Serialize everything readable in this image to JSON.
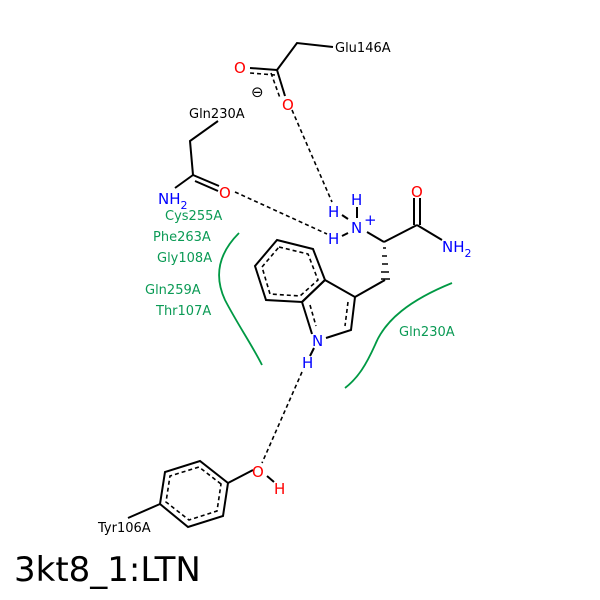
{
  "title": "3kt8_1:LTN",
  "residues": {
    "glu146": "Glu146A",
    "gln230_top": "Gln230A",
    "tyr106": "Tyr106A"
  },
  "hydrophobic_residues": {
    "left": [
      "Cys255A",
      "Phe263A",
      "Gly108A",
      "Gln259A",
      "Thr107A"
    ],
    "right": "Gln230A"
  },
  "atoms": {
    "O": "O",
    "N": "N",
    "H": "H",
    "NH": "NH",
    "sub2": "2",
    "plus": "+",
    "minus": "⊖"
  },
  "colors": {
    "oxygen": "#ff0000",
    "nitrogen": "#0000ff",
    "hydrophobic": "#009944"
  }
}
